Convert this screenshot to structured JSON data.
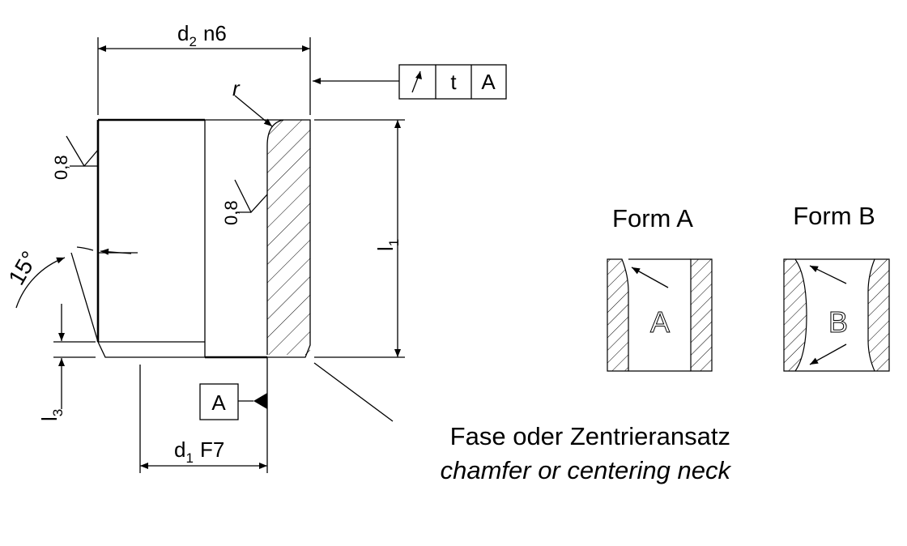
{
  "dimensions": {
    "d2": {
      "sym": "d",
      "sub": "2",
      "tol": "n6"
    },
    "d1": {
      "sym": "d",
      "sub": "1",
      "tol": "F7"
    },
    "l1": {
      "sym": "l",
      "sub": "1"
    },
    "l3": {
      "sym": "l",
      "sub": "3"
    },
    "radius": "r",
    "angle": "15°"
  },
  "tolerance_frame": {
    "symbol": "runout-arrow-icon",
    "value": "t",
    "datum": "A"
  },
  "datum_label": "A",
  "surface_roughness": [
    "0,8",
    "0,8"
  ],
  "callout": {
    "german": "Fase oder Zentrieransatz",
    "english": "chamfer or centering neck"
  },
  "forms": [
    {
      "title": "Form A",
      "letter": "A"
    },
    {
      "title": "Form B",
      "letter": "B"
    }
  ]
}
